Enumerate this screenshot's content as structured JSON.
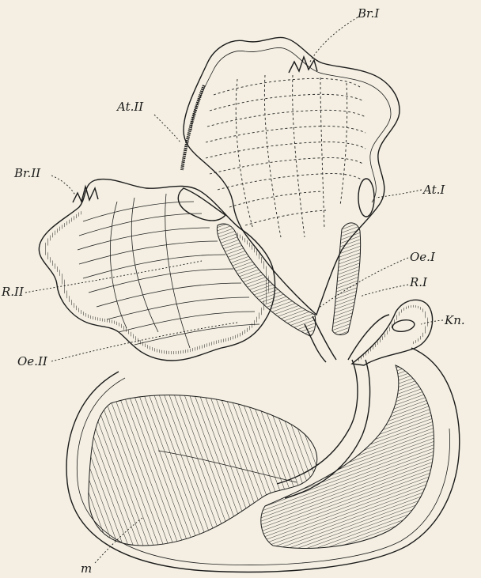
{
  "figure": {
    "labels": {
      "br1": "Br.I",
      "at2": "At.II",
      "br2": "Br.II",
      "at1": "At.I",
      "oe1": "Oe.I",
      "r1": "R.I",
      "r2": "R.II",
      "kn": "Kn.",
      "oe2": "Oe.II",
      "m": "m"
    }
  }
}
